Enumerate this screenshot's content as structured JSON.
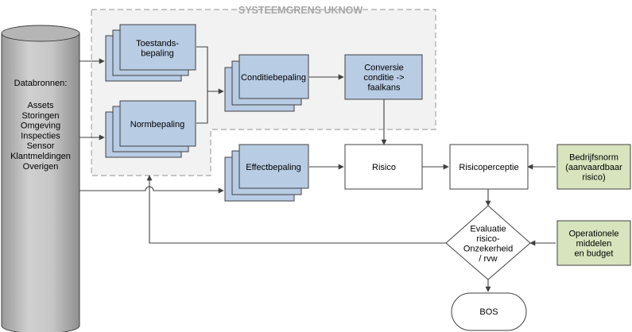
{
  "boundary": {
    "title": "SYSTEEMGRENS UKNOW"
  },
  "datasources": {
    "title": "Databronnen:",
    "items": [
      "Assets",
      "Storingen",
      "Omgeving",
      "Inspecties",
      "Sensor",
      "Klantmeldingen",
      "Overigen"
    ]
  },
  "nodes": {
    "toestandsbepaling": [
      "Toestands-",
      "bepaling"
    ],
    "normbepaling": [
      "Normbepaling"
    ],
    "conditiebepaling": [
      "Conditiebepaling"
    ],
    "conversie": [
      "Conversie",
      "conditie ->",
      "faalkans"
    ],
    "effectbepaling": [
      "Effectbepaling"
    ],
    "risico": [
      "Risico"
    ],
    "risicoperceptie": [
      "Risicoperceptie"
    ],
    "bedrijfsnorm": [
      "Bedrijfsnorm",
      "(aanvaardbaar",
      "risico)"
    ],
    "evaluatie": [
      "Evaluatie",
      "risico-",
      "Onzekerheid",
      "/ rvw"
    ],
    "operationele": [
      "Operationele",
      "middelen",
      "en budget"
    ],
    "bos": [
      "BOS"
    ]
  },
  "colors": {
    "process_fill": "#b8cce4",
    "external_fill": "#d7e4bd",
    "cylinder_fill": "#bfbfbf",
    "boundary_fill": "#f2f2f2",
    "boundary_stroke": "#a6a6a6",
    "stroke": "#404040"
  }
}
